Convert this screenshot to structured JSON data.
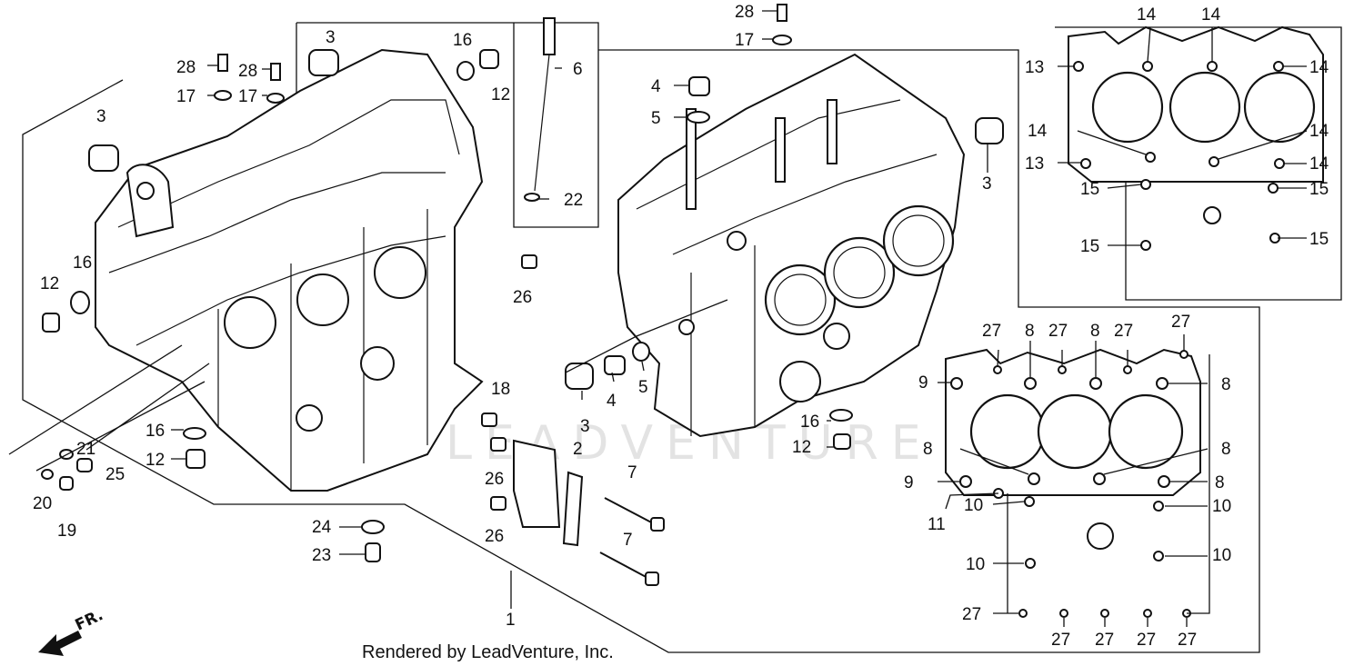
{
  "watermark": "LEADVENTURE",
  "credit": "Rendered by LeadVenture, Inc.",
  "front_arrow_label": "FR.",
  "callouts": {
    "c28a": "28",
    "c28b": "28",
    "c28c": "28",
    "c17a": "17",
    "c17b": "17",
    "c17c": "17",
    "c3a": "3",
    "c3b": "3",
    "c3c": "3",
    "c3d": "3",
    "c16a": "16",
    "c16b": "16",
    "c16c": "16",
    "c16d": "16",
    "c12a": "12",
    "c12b": "12",
    "c12c": "12",
    "c12d": "12",
    "c6": "6",
    "c22": "22",
    "c26a": "26",
    "c26b": "26",
    "c26c": "26",
    "c4a": "4",
    "c4b": "4",
    "c5a": "5",
    "c5b": "5",
    "c18": "18",
    "c2": "2",
    "c7a": "7",
    "c7b": "7",
    "c21": "21",
    "c25": "25",
    "c20": "20",
    "c19": "19",
    "c24": "24",
    "c23": "23",
    "c1": "1",
    "c13a": "13",
    "c13b": "13",
    "c14a": "14",
    "c14b": "14",
    "c14c": "14",
    "c14d": "14",
    "c14e": "14",
    "c14f": "14",
    "c15a": "15",
    "c15b": "15",
    "c15c": "15",
    "c15d": "15",
    "c27a": "27",
    "c27b": "27",
    "c27c": "27",
    "c27d": "27",
    "c27e": "27",
    "c27f": "27",
    "c27g": "27",
    "c27h": "27",
    "c27i": "27",
    "c8a": "8",
    "c8b": "8",
    "c8c": "8",
    "c8d": "8",
    "c8e": "8",
    "c8f": "8",
    "c9a": "9",
    "c9b": "9",
    "c10a": "10",
    "c10b": "10",
    "c10c": "10",
    "c10d": "10",
    "c11": "11"
  }
}
